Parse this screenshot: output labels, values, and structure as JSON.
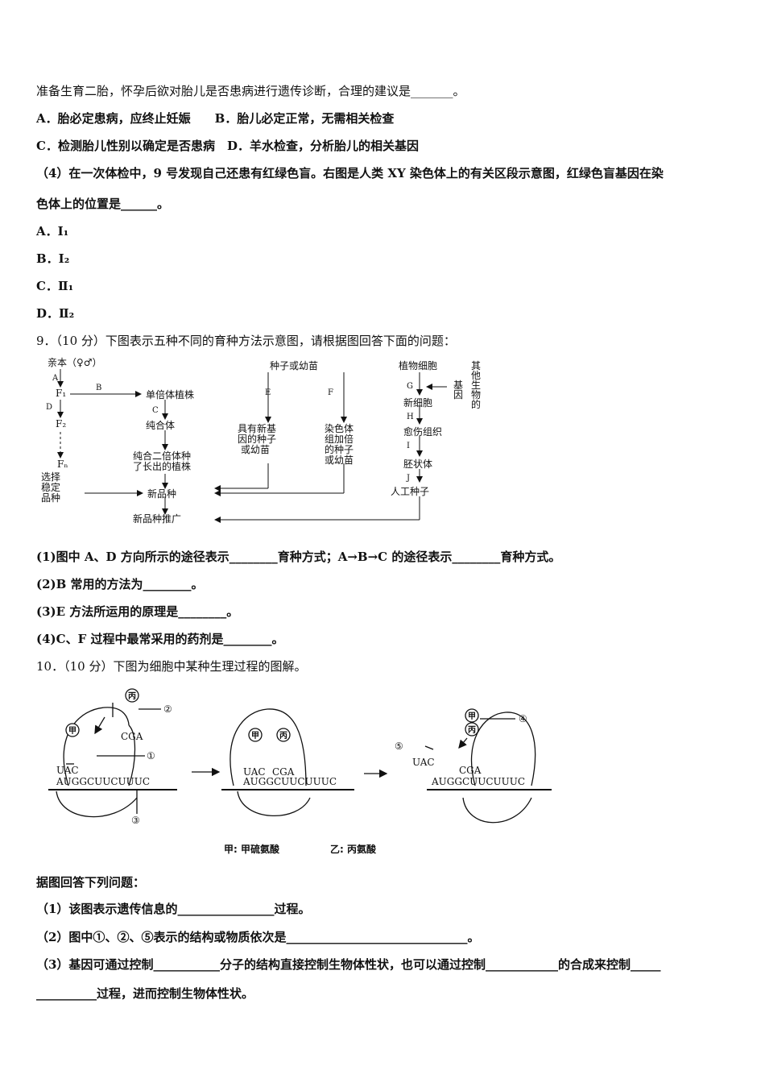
{
  "lines": {
    "l1": "准备生育二胎，怀孕后欲对胎儿是否患病进行遗传诊断，合理的建议是_______。",
    "l2": "A．胎必定患病，应终止妊娠　　B．胎儿必定正常，无需相关检查",
    "l3": "C．检测胎儿性别以确定是否患病　D．羊水检查，分析胎儿的相关基因",
    "l4": "（4）在一次体检中，9 号发现自己还患有红绿色盲。右图是人类 XY 染色体上的有关区段示意图，红绿色盲基因在染",
    "l5": "色体上的位置是______。",
    "optA": "A．I₁",
    "optB": "B．I₂",
    "optC": "C．Ⅱ₁",
    "optD": "D．Ⅱ₂",
    "q9": "9．（10 分）下图表示五种不同的育种方法示意图，请根据图回答下面的问题：",
    "q9_1": "(1)图中 A、D 方向所示的途径表示________育种方式；A→B→C 的途径表示________育种方式。",
    "q9_2": "(2)B 常用的方法为________。",
    "q9_3": "(3)E 方法所运用的原理是________。",
    "q9_4": "(4)C、F 过程中最常采用的药剂是________。",
    "q10": "10．（10 分）下图为细胞中某种生理过程的图解。",
    "q10_intro": "据图回答下列问题：",
    "q10_1": "（1）该图表示遗传信息的________________过程。",
    "q10_2": "（2）图中①、②、⑤表示的结构或物质依次是______________________________。",
    "q10_3a": "（3）基因可通过控制___________分子的结构直接控制生物体性状，也可以通过控制____________的合成来控制_____",
    "q10_3b": "__________过程，进而控制生物体性状。"
  },
  "fig9": {
    "parents": "亲本（♀♂）",
    "A": "A",
    "B": "B",
    "C": "C",
    "D": "D",
    "E": "E",
    "F": "F",
    "G": "G",
    "H": "H",
    "I": "I",
    "J": "J",
    "F1": "F₁",
    "F2": "F₂",
    "Fn": "Fₙ",
    "haploid": "单倍体植株",
    "homozygous": "纯合体",
    "diploid1": "纯合二倍体种",
    "diploid2": "了长出的植株",
    "select1": "选择",
    "select2": "稳定",
    "select3": "品种",
    "newvariety": "新品种",
    "promote": "新品种推广",
    "seeds": "种子或幼苗",
    "newgene1": "具有新基",
    "newgene2": "因的种子",
    "newgene3": "或幼苗",
    "chromo1": "染色体",
    "chromo2": "组加倍",
    "chromo3": "的种子",
    "chromo4": "或幼苗",
    "plantcell": "植物细胞",
    "othergene1": "其",
    "othergene2": "他",
    "othergene3": "生",
    "othergene4": "物",
    "othergene5": "的",
    "gene1": "基",
    "gene2": "因",
    "newcell": "新细胞",
    "callus": "愈伤组织",
    "embryoid": "胚状体",
    "artseed": "人工种子"
  },
  "fig10": {
    "jia": "甲",
    "bing": "丙",
    "n1": "①",
    "n2": "②",
    "n3": "③",
    "n4": "④",
    "n5": "⑤",
    "uac": "UAC",
    "cga": "CGA",
    "mrna": "AUGGCUUCUUUC",
    "caption1": "甲: 甲硫氨酸",
    "caption2": "乙: 丙氨酸"
  }
}
